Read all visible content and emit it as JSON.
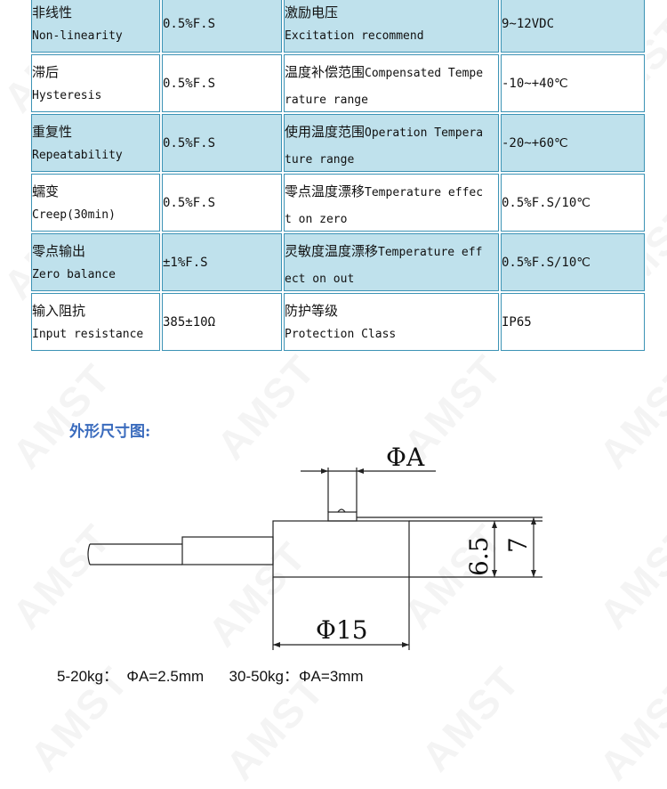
{
  "spec_table": {
    "rows": [
      {
        "left_zh": "非线性",
        "left_en": "Non-linearity",
        "left_value": "0.5%F.S",
        "right_zh": "激励电压",
        "right_en": "Excitation recommend",
        "right_value": "9~12VDC"
      },
      {
        "left_zh": "滞后",
        "left_en": "Hysteresis",
        "left_value": "0.5%F.S",
        "right_zh": "温度补偿范围",
        "right_en_1": "Compensated Tempe",
        "right_en_2": "rature range",
        "right_value": "-10~+40℃"
      },
      {
        "left_zh": "重复性",
        "left_en": "Repeatability",
        "left_value": "0.5%F.S",
        "right_zh": "使用温度范围",
        "right_en_1": "Operation Tempera",
        "right_en_2": "ture range",
        "right_value": "-20~+60℃"
      },
      {
        "left_zh": "蠕变",
        "left_en": "Creep(30min)",
        "left_value": "0.5%F.S",
        "right_zh": "零点温度漂移",
        "right_en_1": "Temperature effec",
        "right_en_2": "t on zero",
        "right_value": "0.5%F.S/10℃"
      },
      {
        "left_zh": "零点输出",
        "left_en": "Zero balance",
        "left_value": "±1%F.S",
        "right_zh": "灵敏度温度漂移",
        "right_en_1": "Temperature eff",
        "right_en_2": "ect on out",
        "right_value": "0.5%F.S/10℃"
      },
      {
        "left_zh": "输入阻抗",
        "left_en": "Input resistance",
        "left_value": "385±10Ω",
        "right_zh": "防护等级",
        "right_en": "Protection Class",
        "right_value": "IP65"
      }
    ]
  },
  "section_title": "外形尺寸图:",
  "drawing": {
    "phi_a_label": "ΦA",
    "height_inner_label": "6.5",
    "height_outer_label": "7",
    "diameter_label": "Φ15"
  },
  "caption": {
    "text": "5-20kg：  ΦA=2.5mm      30-50kg：ΦA=3mm"
  },
  "watermark": {
    "text": "AMST"
  },
  "colors": {
    "table_blue": "#bfe1ec",
    "table_border": "#3c93b5",
    "title_blue": "#3a6bbd"
  }
}
